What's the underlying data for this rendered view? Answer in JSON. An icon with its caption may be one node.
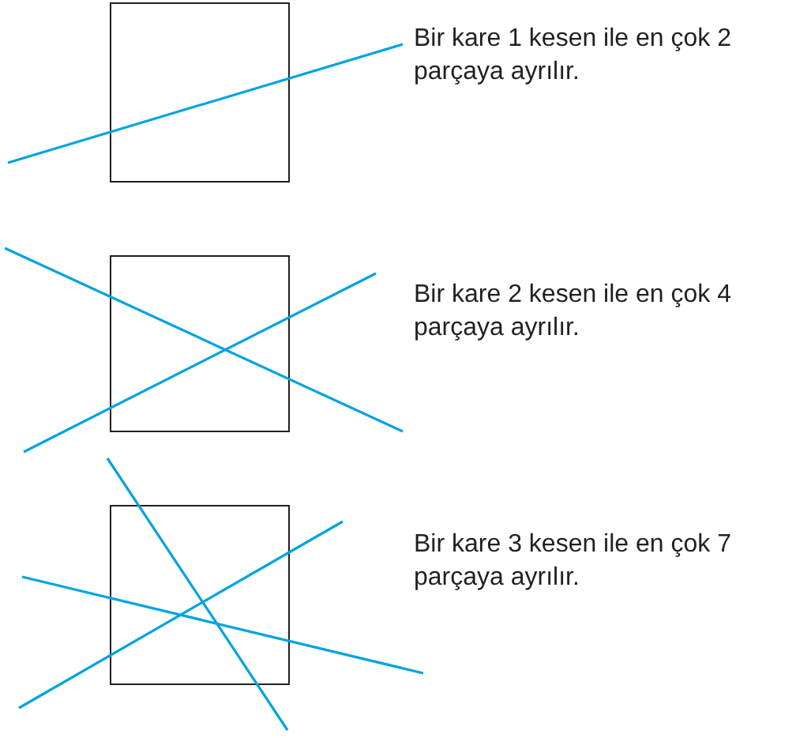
{
  "diagram": {
    "labels": [
      "Bir kare 1 kesen ile en çok 2 parçaya ayrılır.",
      "Bir kare 2 kesen ile en çok 4 parçaya ayrılır.",
      "Bir kare 3 kesen ile en çok 7 parçaya ayrılır."
    ]
  }
}
